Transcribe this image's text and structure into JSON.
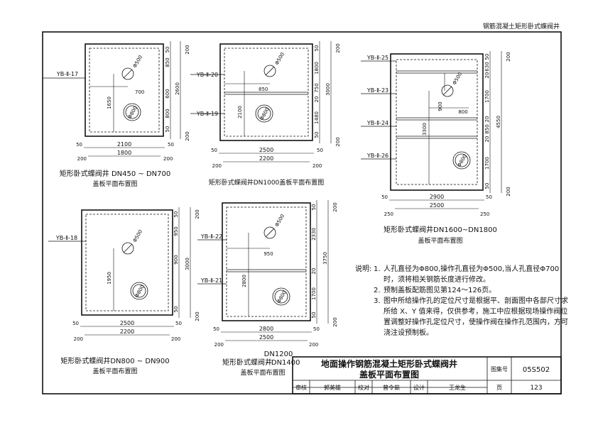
{
  "header": {
    "title": "钢筋混凝土矩形卧式蝶阀井"
  },
  "panels": {
    "p1": {
      "slab_labels": [
        "YB-Ⅱ-17"
      ],
      "dims": {
        "right": [
          "50",
          "200",
          "850",
          "2600",
          "600",
          "800",
          "50",
          "200"
        ],
        "inner_h": "1650",
        "hole_x": "700",
        "bottom_outer": "2100",
        "bottom_inner": "1800",
        "bottom_edges": [
          "50",
          "200",
          "200",
          "50"
        ]
      },
      "holes": [
        "Φ500",
        "Φ800"
      ],
      "caption_1": "矩形卧式蝶阀井 DN450 ~ DN700",
      "caption_2": "盖板平面布置图"
    },
    "p2": {
      "slab_labels": [
        "YB-Ⅱ-20",
        "YB-Ⅱ-19"
      ],
      "dims": {
        "right": [
          "50",
          "200",
          "1800",
          "750",
          "20",
          "3000",
          "1480",
          "50",
          "200"
        ],
        "inner_h": "2100",
        "hole_x": "850",
        "bottom_outer": "2500",
        "bottom_inner": "2200",
        "bottom_edges": [
          "50",
          "200",
          "200",
          "50"
        ]
      },
      "holes": [
        "Φ500",
        "Φ800"
      ],
      "caption_1": "矩形卧式蝶阀井DN1000盖板平面布置图"
    },
    "p3": {
      "slab_labels": [
        "YB-Ⅱ-25",
        "YB-Ⅱ-23",
        "YB-Ⅱ-24",
        "YB-Ⅱ-26"
      ],
      "dims": {
        "right": [
          "50",
          "200",
          "630",
          "20",
          "1700",
          "20",
          "4550",
          "850",
          "20",
          "1700",
          "50",
          "200"
        ],
        "inner_h": "3300",
        "hole_y": "900",
        "hole_x": "800",
        "bottom_outer": "2900",
        "bottom_inner": "2500",
        "bottom_edges": [
          "50",
          "250",
          "250",
          "50"
        ]
      },
      "holes": [
        "Φ500",
        "Φ800"
      ],
      "caption_1": "矩形卧式蝶阀井DN1600~DN1800",
      "caption_2": "盖板平面布置图"
    },
    "p4": {
      "slab_labels": [
        "YB-Ⅱ-18"
      ],
      "dims": {
        "right": [
          "50",
          "200",
          "950",
          "3000",
          "900",
          "50",
          "200"
        ],
        "inner_h": "1950",
        "bottom_outer": "2500",
        "bottom_inner": "2200",
        "bottom_edges": [
          "50",
          "200",
          "200",
          "50"
        ]
      },
      "holes": [
        "Φ500",
        "Φ800"
      ],
      "caption_1": "矩形卧式蝶阀井DN800 ~ DN900",
      "caption_2": "盖板平面布置图"
    },
    "p5": {
      "slab_labels": [
        "YB-Ⅱ-22",
        "YB-Ⅱ-21"
      ],
      "dims": {
        "right": [
          "50",
          "200",
          "2330",
          "20",
          "3750",
          "1700",
          "50",
          "200"
        ],
        "inner_h": "2800",
        "hole_x": "950",
        "bottom_outer": "2800",
        "bottom_inner": "2500",
        "bottom_edges": [
          "50",
          "200",
          "200",
          "50"
        ]
      },
      "holes": [
        "Φ500",
        "Φ800"
      ],
      "caption_top": "DN1200",
      "caption_1": "矩形卧式蝶阀井",
      "caption_mid": "~DN1400",
      "caption_2": "盖板平面布置图"
    }
  },
  "notes": {
    "label": "说明:",
    "items": [
      {
        "num": "1.",
        "text": "人孔直径为Φ800,操作孔直径为Φ500,当人孔直径Φ700时，须将相关钢筋长度进行修改。"
      },
      {
        "num": "2.",
        "text": "预制盖板配筋图见第124～126页。"
      },
      {
        "num": "3.",
        "text": "图中所给操作孔的定位尺寸是根据平、剖面图中各部尺寸求所给 X、Y 值来得，仅供参考，施工中应根据现场操作阀位置调整好操作孔定位尺寸，使操作阀在操作孔范围内，方可浇注设预制板。"
      }
    ]
  },
  "titleblock": {
    "title_1": "地面操作钢筋混凝土矩形卧式蝶阀井",
    "title_2": "盖板平面布置图",
    "atlas_label": "图集号",
    "atlas_no": "05S502",
    "review_label": "审核",
    "review_name": "郭英雄",
    "check_label": "校对",
    "check_name": "曾令茹",
    "design_label": "设计",
    "design_name": "王龙生",
    "page_label": "页",
    "page_no": "123"
  }
}
